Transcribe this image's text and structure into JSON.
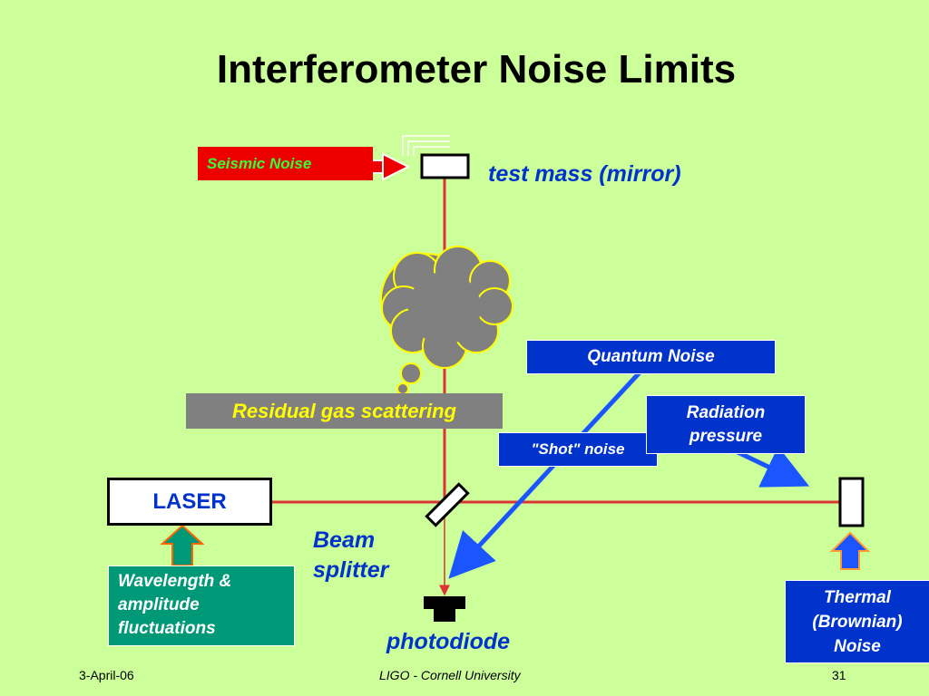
{
  "slide": {
    "title": "Interferometer Noise Limits",
    "footer": {
      "date": "3-April-06",
      "center": "LIGO - Cornell University",
      "page": "31"
    }
  },
  "labels": {
    "seismic_noise": "Seismic Noise",
    "test_mass": "test mass (mirror)",
    "residual_gas": "Residual gas scattering",
    "quantum_noise": "Quantum Noise",
    "radiation_pressure": "Radiation pressure",
    "shot_noise": "\"Shot\" noise",
    "laser": "LASER",
    "beam_splitter": "Beam splitter",
    "photodiode": "photodiode",
    "wavelength_fluctuations": "Wavelength & amplitude fluctuations",
    "thermal_noise": "Thermal (Brownian) Noise"
  },
  "colors": {
    "background": "#ccff99",
    "beam": "#dd3333",
    "seismic_box": "#ee0000",
    "seismic_text": "#33ff33",
    "blue_box": "#0033cc",
    "blue_text": "#0033cc",
    "gas_box": "#808080",
    "gas_text": "#ffff00",
    "cloud": "#808080",
    "cloud_outline": "#ffff00",
    "teal_box": "#009977",
    "arrow_blue": "#1a55ff"
  }
}
